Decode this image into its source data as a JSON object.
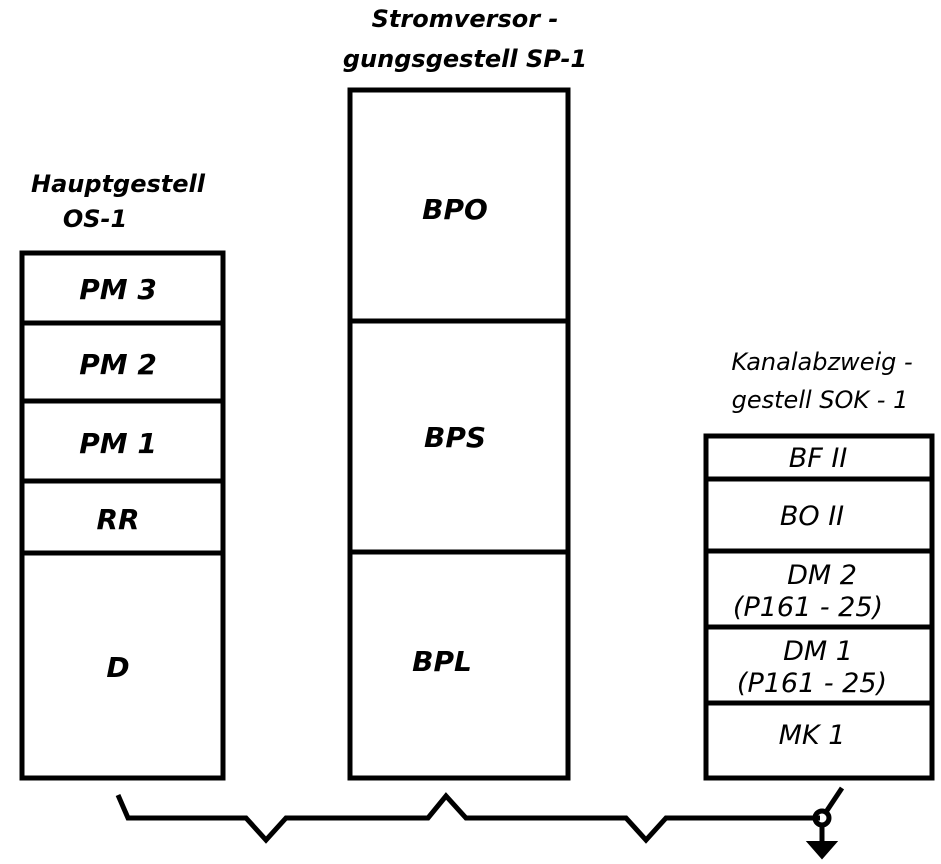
{
  "racks": {
    "main": {
      "title_lines": [
        "Hauptgestell",
        "OS-1"
      ],
      "modules": [
        "PM 3",
        "PM 2",
        "PM 1",
        "RR",
        "D"
      ]
    },
    "power": {
      "title_lines": [
        "Stromversor -",
        "gungsgestell SP-1"
      ],
      "modules": [
        "BPO",
        "BPS",
        "BPL"
      ]
    },
    "branch": {
      "title_lines": [
        "Kanalabzweig -",
        "gestell SOK - 1"
      ],
      "modules": [
        [
          "BF II"
        ],
        [
          "BO II"
        ],
        [
          "DM 2",
          "(P161 - 25)"
        ],
        [
          "DM 1",
          "(P161 - 25)"
        ],
        [
          "MK 1"
        ]
      ]
    }
  }
}
